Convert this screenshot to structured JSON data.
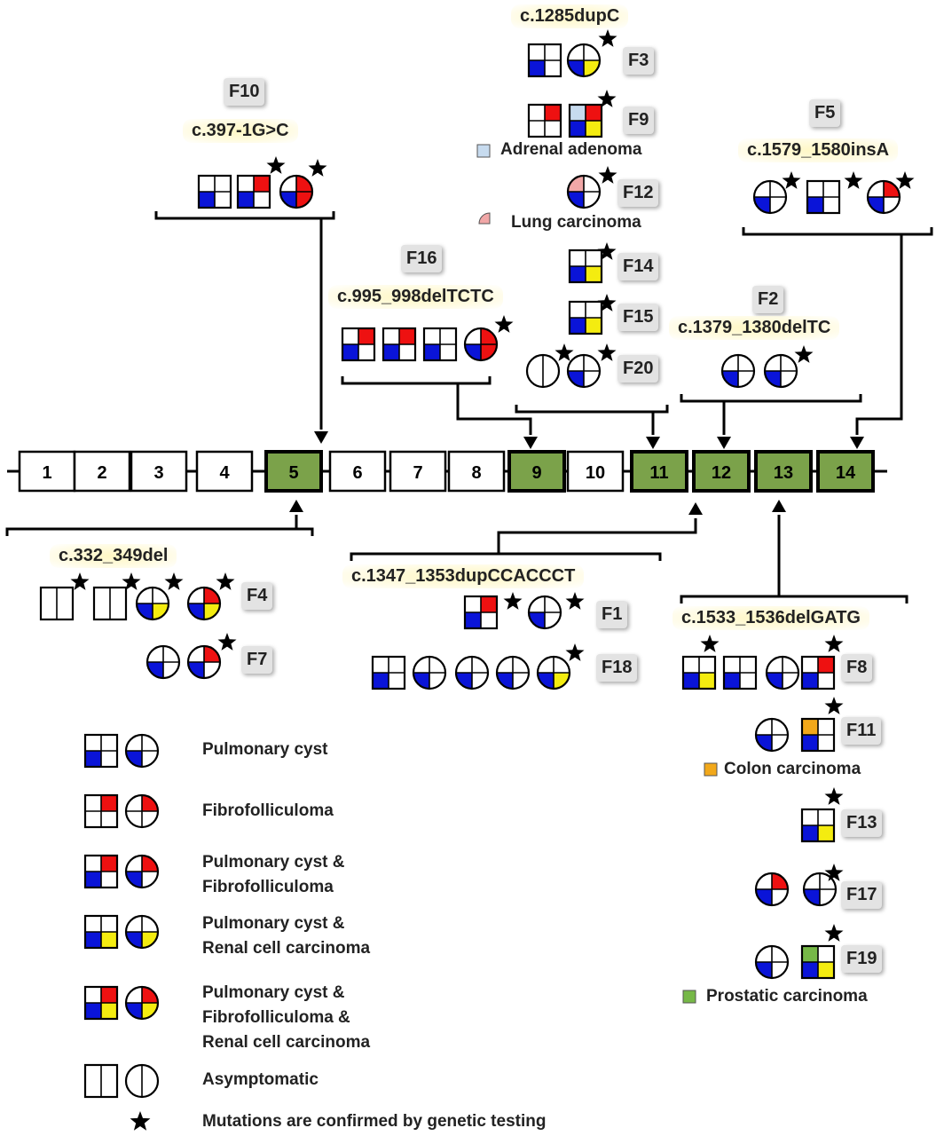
{
  "exons": [
    {
      "label": "1",
      "mutated": false
    },
    {
      "label": "2",
      "mutated": false
    },
    {
      "label": "3",
      "mutated": false
    },
    {
      "label": "4",
      "mutated": false
    },
    {
      "label": "5",
      "mutated": true
    },
    {
      "label": "6",
      "mutated": false
    },
    {
      "label": "7",
      "mutated": false
    },
    {
      "label": "8",
      "mutated": false
    },
    {
      "label": "9",
      "mutated": true
    },
    {
      "label": "10",
      "mutated": false
    },
    {
      "label": "11",
      "mutated": true
    },
    {
      "label": "12",
      "mutated": true
    },
    {
      "label": "13",
      "mutated": true
    },
    {
      "label": "14",
      "mutated": true
    }
  ],
  "mutations": {
    "f10_family": "F10",
    "c397": "c.397-1G>C",
    "f16_family": "F16",
    "c995": "c.995_998delTCTC",
    "c1285": "c.1285dupC",
    "f5_family": "F5",
    "c1579": "c.1579_1580insA",
    "f2_family": "F2",
    "c1379": "c.1379_1380delTC",
    "c332": "c.332_349del",
    "c1347": "c.1347_1353dupCCACCCT",
    "c1533": "c.1533_1536delGATG"
  },
  "families": {
    "F1": "F1",
    "F3": "F3",
    "F4": "F4",
    "F7": "F7",
    "F8": "F8",
    "F9": "F9",
    "F11": "F11",
    "F12": "F12",
    "F13": "F13",
    "F14": "F14",
    "F15": "F15",
    "F17": "F17",
    "F18": "F18",
    "F19": "F19",
    "F20": "F20"
  },
  "notes": {
    "adrenal": "Adrenal adenoma",
    "lung": "Lung carcinoma",
    "colon": "Colon carcinoma",
    "prostatic": "Prostatic carcinoma"
  },
  "legend": {
    "pulmonary_cyst": "Pulmonary cyst",
    "fibrofolliculoma": "Fibrofolliculoma",
    "pc_ff_1": "Pulmonary cyst &",
    "pc_ff_2": "Fibrofolliculoma",
    "pc_rcc_1": "Pulmonary cyst &",
    "pc_rcc_2": "Renal cell carcinoma",
    "all_1": "Pulmonary cyst &",
    "all_2": "Fibrofolliculoma &",
    "all_3": "Renal cell carcinoma",
    "asymptomatic": "Asymptomatic",
    "confirmed": "Mutations are confirmed by genetic testing"
  },
  "colors": {
    "pulmonary_cyst": "#0a14d8",
    "fibrofolliculoma": "#ee1111",
    "renal_cell_carcinoma": "#f4ec10",
    "adrenal_adenoma": "#c7dbef",
    "lung_carcinoma": "#f1a7a7",
    "colon_carcinoma": "#f2a81a",
    "prostatic_carcinoma": "#76b847",
    "mutated_exon": "#7ba24a",
    "unmutated_exon": "#ffffff",
    "star": "#000000"
  }
}
